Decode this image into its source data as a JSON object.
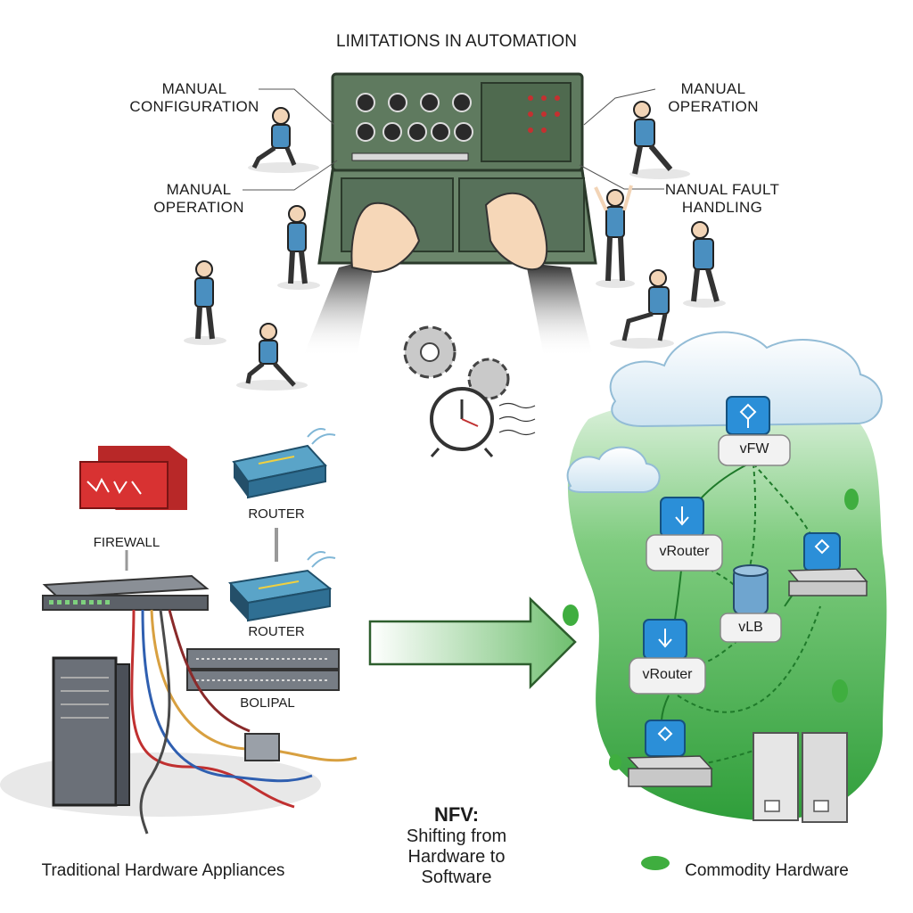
{
  "diagram": {
    "title": "LIMITATIONS IN AUTOMATION",
    "callouts": {
      "manual_configuration": [
        "MANUAL",
        "CONFIGURATION"
      ],
      "manual_operation_right": [
        "MANUAL",
        "OPERATION"
      ],
      "manual_operation_left": [
        "MANUAL",
        "OPERATION"
      ],
      "manual_fault_handling": [
        "NANUAL FAULT",
        "HANDLING"
      ]
    },
    "hardware": {
      "firewall": "FIREWALL",
      "router_1": "ROUTER",
      "router_2": "ROUTER",
      "bolipal": "BOLIPAL",
      "caption": "Traditional Hardware Appliances"
    },
    "transition": {
      "heading": "NFV:",
      "lines": [
        "Shifting from",
        "Hardware to",
        "Software"
      ]
    },
    "virtual": {
      "vfw": "vFW",
      "vrouter_1": "vRouter",
      "vlb": "vLB",
      "vrouter_2": "vRouter",
      "caption": "Commodity Hardware"
    },
    "colors": {
      "console": "#5f7a5f",
      "operator_shirt": "#4a8fc0",
      "firewall": "#d83232",
      "router": "#3f82a8",
      "vnf_tile": "#2b8fd8",
      "cloud_green": "#3fae3f",
      "arrow_green": "#7bc47b"
    }
  }
}
